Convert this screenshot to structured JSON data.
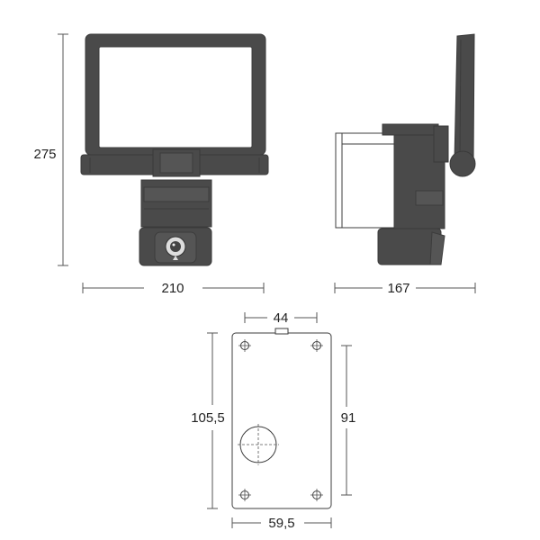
{
  "dimensions": {
    "front_height": "275",
    "front_width": "210",
    "side_depth": "167",
    "plate_top_spacing": "44",
    "plate_height": "105,5",
    "plate_hole_spacing_vertical": "91",
    "plate_width": "59,5"
  },
  "colors": {
    "housing": "#4a4a4a",
    "outline": "#3c3c3c",
    "dimension_line": "#555555"
  }
}
